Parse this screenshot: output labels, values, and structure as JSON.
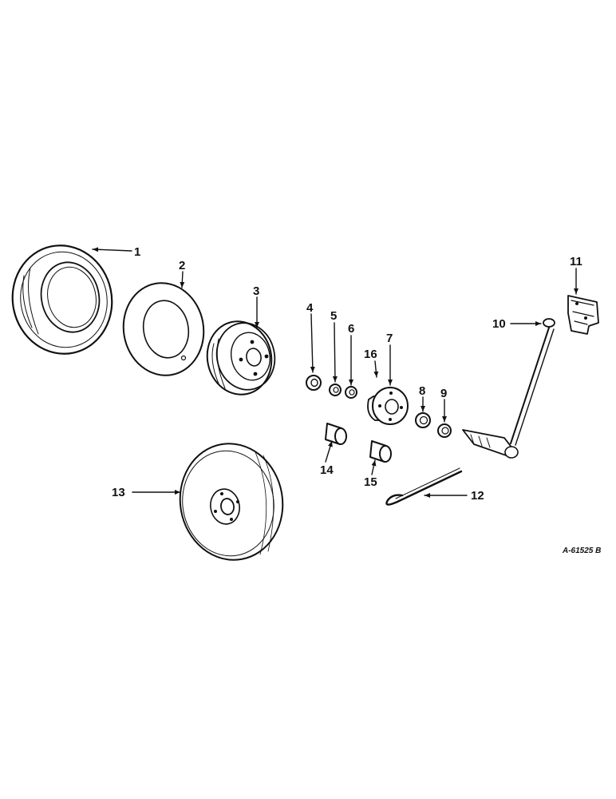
{
  "figure_id": "A-61525 B",
  "callouts": [
    "1",
    "2",
    "3",
    "4",
    "5",
    "6",
    "7",
    "8",
    "9",
    "10",
    "11",
    "12",
    "13",
    "14",
    "15",
    "16"
  ],
  "colors": {
    "ink": "#111111",
    "paper": "#ffffff"
  }
}
